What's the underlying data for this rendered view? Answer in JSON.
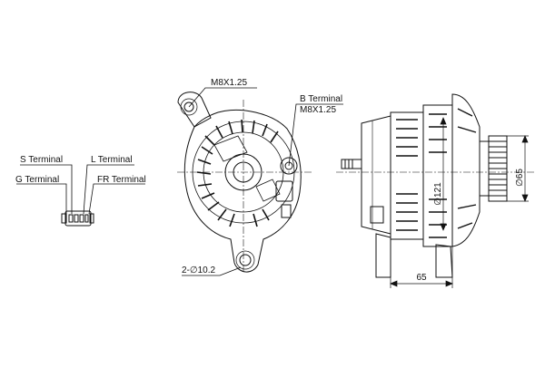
{
  "connector": {
    "s_terminal": "S Terminal",
    "l_terminal": "L Terminal",
    "g_terminal": "G Terminal",
    "fr_terminal": "FR Terminal"
  },
  "front_view": {
    "mount_bolt": "M8X1.25",
    "b_terminal": "B Terminal",
    "b_terminal_thread": "M8X1.25",
    "hole_callout": "2-∅10.2"
  },
  "side_view": {
    "pulley_dia": "∅65",
    "body_dia": "∅121",
    "length": "65"
  }
}
